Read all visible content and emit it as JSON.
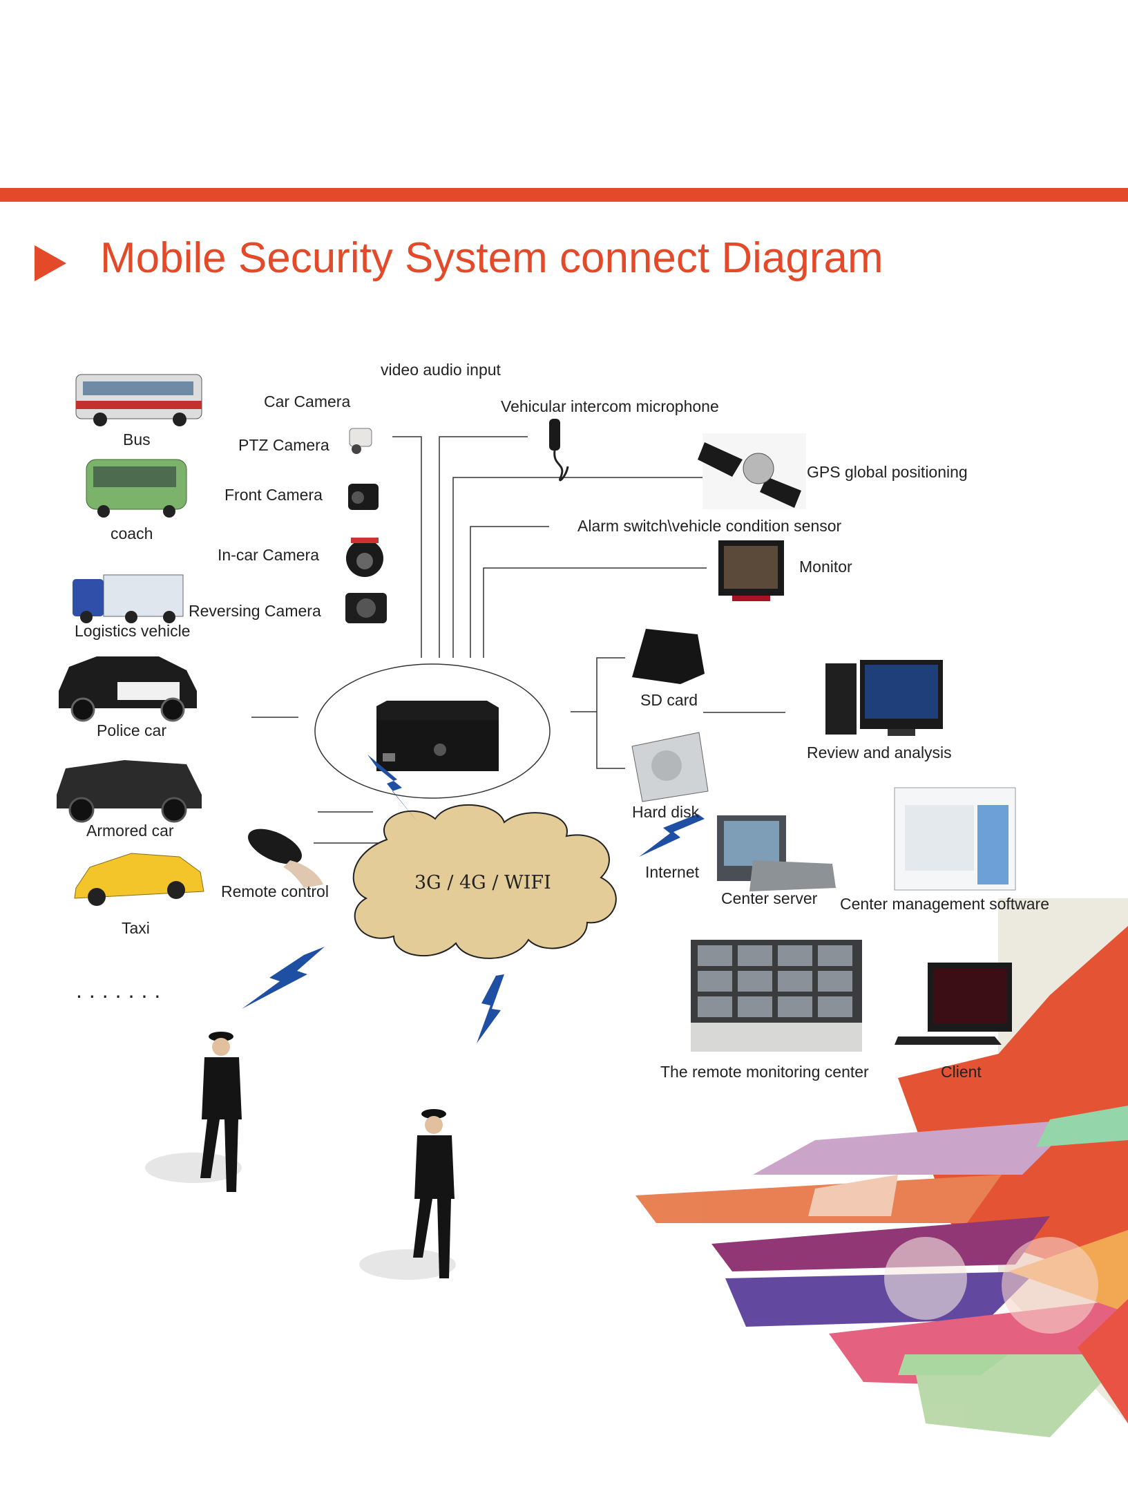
{
  "title": "Mobile Security System connect Diagram",
  "vehicles": [
    "Bus",
    "coach",
    "Logistics vehicle",
    "Police car",
    "Armored car",
    "Taxi"
  ],
  "cameras": {
    "header": "Car Camera",
    "items": [
      "PTZ Camera",
      "Front Camera",
      "In-car Camera",
      "Reversing Camera"
    ]
  },
  "inputs": {
    "video_audio": "video audio input",
    "microphone": "Vehicular intercom microphone",
    "gps": "GPS global positioning",
    "alarm": "Alarm switch\\vehicle condition sensor",
    "monitor": "Monitor"
  },
  "storage": {
    "sd_card": "SD card",
    "hard_disk": "Hard disk",
    "review": "Review and analysis"
  },
  "network": {
    "cloud": "3G / 4G / WIFI",
    "internet": "Internet",
    "center_server": "Center server",
    "center_software": "Center management software",
    "remote_control": "Remote control",
    "remote_monitoring": "The remote monitoring center",
    "client": "Client"
  },
  "ellipsis": ".......",
  "colors": {
    "accent": "#e24a2a",
    "cloud": "#e3cc97",
    "signal": "#1e4fa3"
  }
}
